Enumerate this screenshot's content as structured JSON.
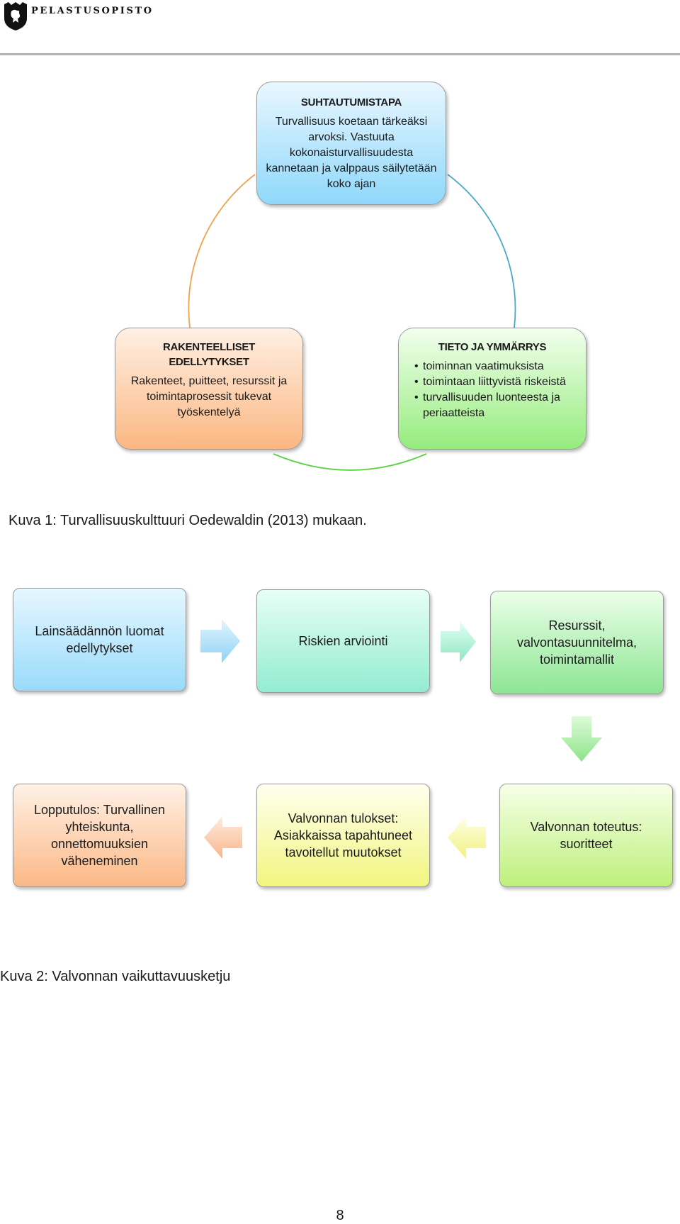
{
  "header": {
    "brand": "PELASTUSOPISTO",
    "logo_icon": "shield-crest-icon"
  },
  "diagram1": {
    "top_box": {
      "title": "SUHTAUTUMISTAPA",
      "text": "Turvallisuus koetaan tärkeäksi arvoksi. Vastuuta kokonaisturvallisuudesta kannetaan ja valppaus säilytetään koko ajan"
    },
    "left_box": {
      "title": "RAKENTEELLISET EDELLYTYKSET",
      "text": "Rakenteet, puitteet, resurssit ja toimintaprosessit tukevat työskentelyä"
    },
    "right_box": {
      "title": "TIETO JA YMMÄRRYS",
      "items": [
        "toiminnan vaatimuksista",
        "toimintaan liittyvistä riskeistä",
        "turvallisuuden luonteesta ja periaatteista"
      ]
    },
    "colors": {
      "blue": "#8fd8fb",
      "orange": "#fbb782",
      "green": "#95ec7d"
    }
  },
  "caption1": "Kuva 1: Turvallisuuskulttuuri Oedewaldin (2013) mukaan.",
  "diagram2": {
    "steps": [
      "Lainsäädännön luomat edellytykset",
      "Riskien arviointi",
      "Resurssit, valvontasuunnitelma, toimintamallit",
      "Valvonnan toteutus: suoritteet",
      "Valvonnan tulokset: Asiakkaissa tapahtuneet tavoitellut muutokset",
      "Lopputulos: Turvallinen yhteiskunta, onnettomuuksien väheneminen"
    ]
  },
  "caption2": "Kuva 2: Valvonnan vaikuttavuusketju",
  "page_number": "8"
}
